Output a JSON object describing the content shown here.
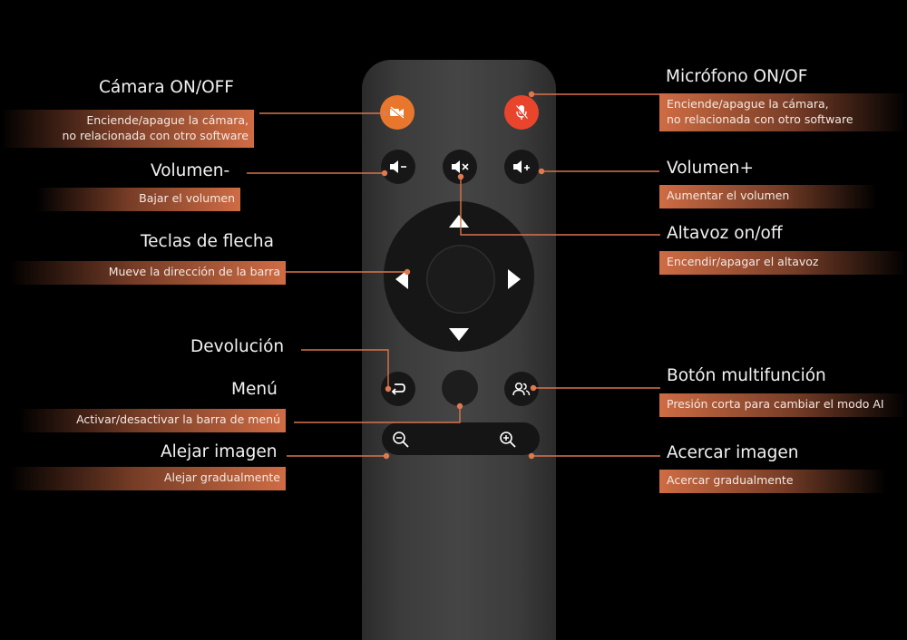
{
  "colors": {
    "accent": "#e8762d",
    "mic": "#e8452c",
    "callout_box": "#cf6c44",
    "line": "#d9744a"
  },
  "labels": {
    "camera": {
      "title": "Cámara ON/OFF",
      "line1": "Enciende/apague la cámara,",
      "line2": "no relacionada con otro software"
    },
    "microphone": {
      "title": "Micrófono ON/OF",
      "line1": "Enciende/apague la cámara,",
      "line2": "no relacionada con otro software"
    },
    "volume_down": {
      "title": "Volumen-",
      "desc": "Bajar el volumen"
    },
    "volume_up": {
      "title": "Volumen+",
      "desc": "Aumentar el volumen"
    },
    "speaker": {
      "title": "Altavoz on/off",
      "desc": "Encendir/apagar el altavoz"
    },
    "arrows": {
      "title": "Teclas de flecha",
      "desc": "Mueve la dirección de la barra"
    },
    "return": {
      "title": "Devolución"
    },
    "menu": {
      "title": "Menú",
      "desc": "Activar/desactivar la barra de menú"
    },
    "multifunction": {
      "title": "Botón multifunción",
      "desc": "Presión corta para cambiar el modo AI"
    },
    "zoom_out": {
      "title": "Alejar imagen",
      "desc": "Alejar gradualmente"
    },
    "zoom_in": {
      "title": "Acercar imagen",
      "desc": "Acercar gradualmente"
    }
  },
  "icons": {
    "camera": "camera-off-icon",
    "mic": "mic-off-icon",
    "vol_down": "volume-down-icon",
    "mute": "speaker-mute-icon",
    "vol_up": "volume-up-icon",
    "return": "return-icon",
    "multi": "people-icon",
    "zoom_out": "zoom-out-icon",
    "zoom_in": "zoom-in-icon"
  }
}
